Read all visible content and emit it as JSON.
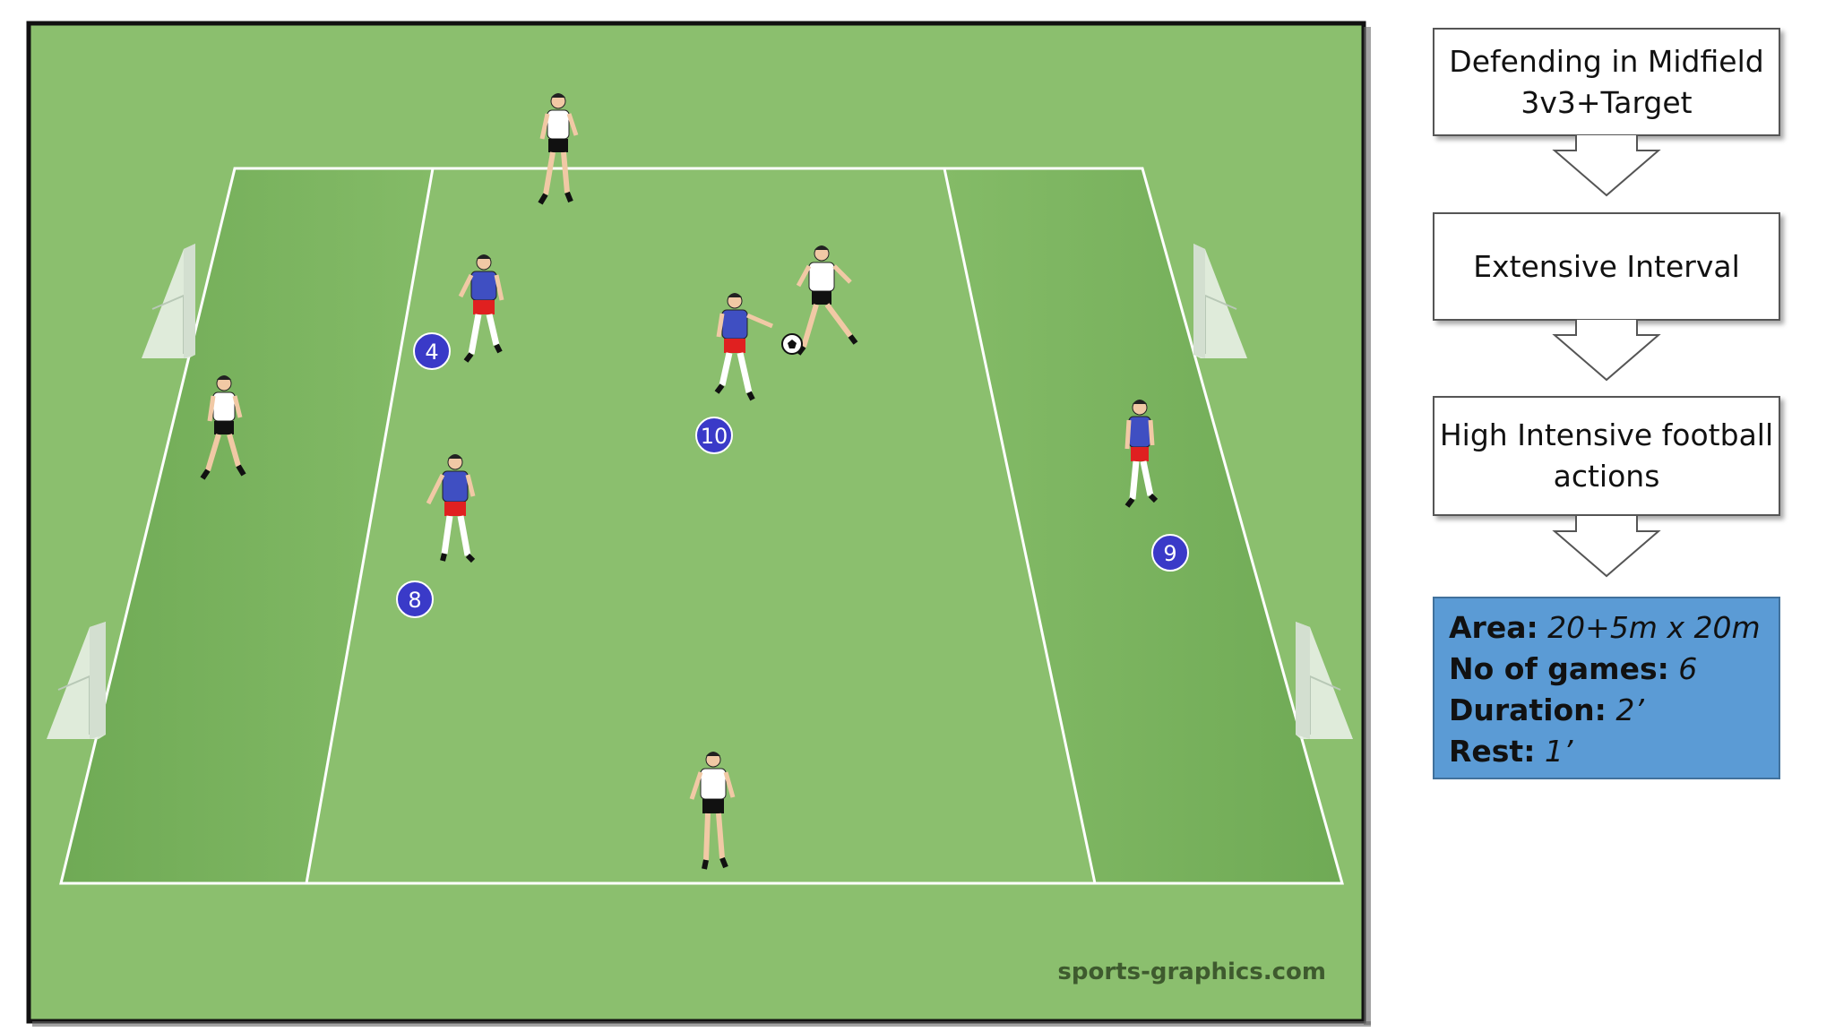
{
  "flow": {
    "box1": {
      "line1": "Defending in Midfield",
      "line2": "3v3+Target"
    },
    "box2": {
      "line1": "Extensive Interval"
    },
    "box3": {
      "line1": "High Intensive football",
      "line2": "actions"
    }
  },
  "info": {
    "area_label": "Area:",
    "area_value": "20+5m x 20m",
    "games_label": "No of games:",
    "games_value": "6",
    "duration_label": "Duration:",
    "duration_value": "2’",
    "rest_label": "Rest:",
    "rest_value": "1’"
  },
  "pitch": {
    "watermark": "sports-graphics.com",
    "player_numbers": [
      "4",
      "10",
      "8",
      "9"
    ]
  },
  "colors": {
    "pitch_green": "#8bbf6e",
    "zone_green": "#78b25c",
    "blue_team": "#3f4fc2",
    "number_marker": "#3a3ac8",
    "info_box": "#5b9bd5"
  }
}
